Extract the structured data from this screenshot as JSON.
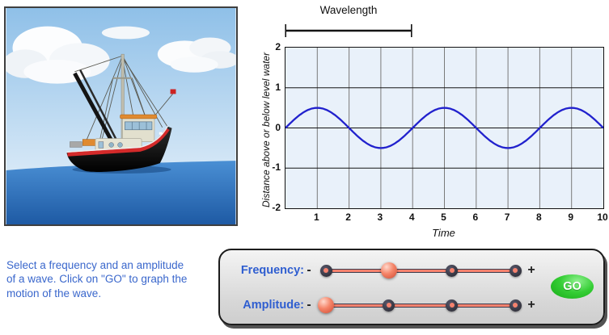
{
  "scene": {
    "description": "fishing boat floating on calm water under a sky with clouds"
  },
  "instructions": {
    "text": "Select a frequency and an amplitude\nof a wave. Click on \"GO\" to graph the\nmotion of the wave."
  },
  "chart_data": {
    "type": "line",
    "wavelength_label": "Wavelength",
    "wavelength_span": [
      0,
      4
    ],
    "xlabel": "Time",
    "ylabel": "Distance above or below level water",
    "xlim": [
      0,
      10
    ],
    "ylim": [
      -2,
      2
    ],
    "x_ticks": [
      1,
      2,
      3,
      4,
      5,
      6,
      7,
      8,
      9,
      10
    ],
    "y_ticks": [
      2,
      1,
      0,
      -1,
      -2
    ],
    "grid": true,
    "wave": {
      "amplitude": 0.5,
      "period": 4,
      "phase": 0
    },
    "series": [
      {
        "name": "wave",
        "color": "#2121cd"
      }
    ]
  },
  "controls": {
    "frequency": {
      "label": "Frequency:",
      "minus": "-",
      "plus": "+",
      "stops": 4,
      "active_index": 1
    },
    "amplitude": {
      "label": "Amplitude:",
      "minus": "-",
      "plus": "+",
      "stops": 4,
      "active_index": 0
    },
    "go_label": "GO"
  },
  "colors": {
    "wave_blue": "#2121cd",
    "plot_background": "#e9f1fa",
    "grid_vertical": "#7a7a7a",
    "grid_horizontal": "#141414",
    "label_blue": "#2f5ed0",
    "instruction_blue": "#3a67cc",
    "slider_dark": "#3c3c4e",
    "slider_salmon": "#f5826e",
    "go_green": "#2ec82e"
  }
}
